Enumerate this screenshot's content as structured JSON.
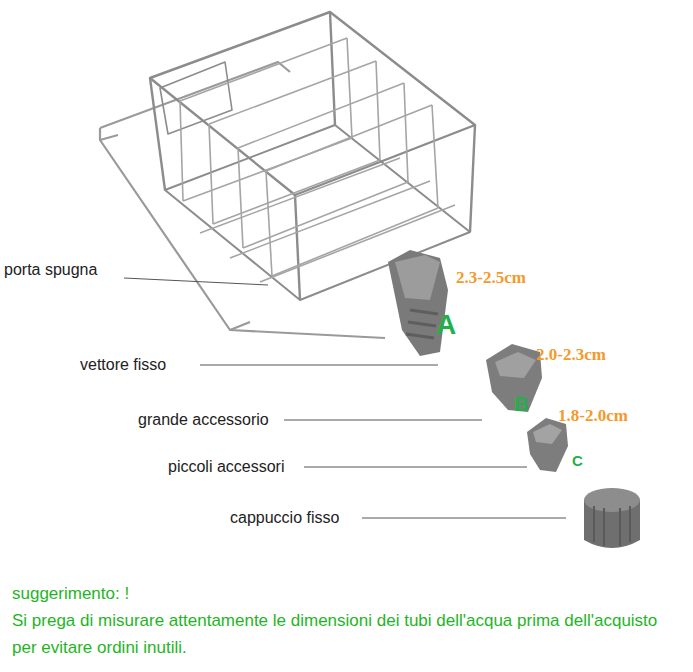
{
  "diagram": {
    "labels": [
      "porta spugna",
      "vettore fisso",
      "grande accessorio",
      "piccoli accessori",
      "cappuccio fisso",
      "2.3-2.5cm",
      "A",
      "2.0-2.3cm",
      "B",
      "1.8-2.0cm",
      "C",
      "suggerimento: !",
      "Si prega di misurare attentamente le dimensioni dei tubi dell'acqua prima dell'acquisto per evitare ordini inutili."
    ]
  }
}
